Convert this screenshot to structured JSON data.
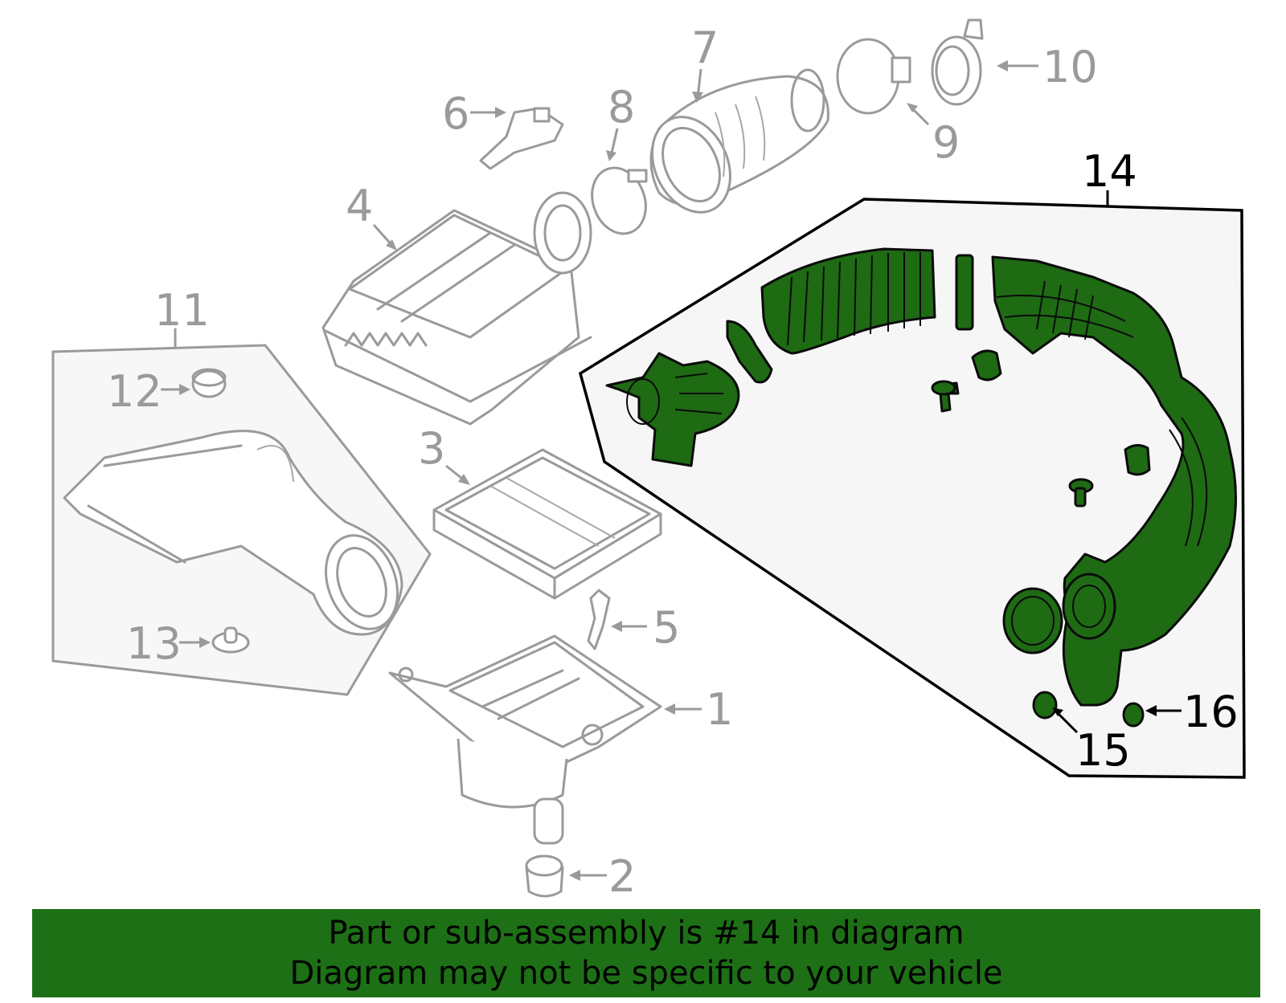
{
  "callouts": [
    "1",
    "2",
    "3",
    "4",
    "5",
    "6",
    "7",
    "8",
    "9",
    "10",
    "11",
    "12",
    "13",
    "14",
    "15",
    "16"
  ],
  "highlighted_part": "14",
  "colors": {
    "highlight": "#1e6b14",
    "banner": "#1d7015",
    "dim": "#9a9a9a"
  },
  "banner": {
    "line1": "Part or sub-assembly is #14 in diagram",
    "line2": "Diagram may not be specific to your vehicle"
  }
}
